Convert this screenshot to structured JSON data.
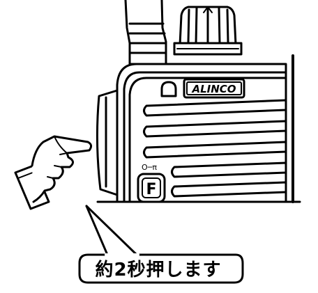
{
  "radio": {
    "brand": "ALINCO",
    "key_symbol": "O─π",
    "function_key_label": "F"
  },
  "callout": {
    "text": "約2秒押します"
  }
}
